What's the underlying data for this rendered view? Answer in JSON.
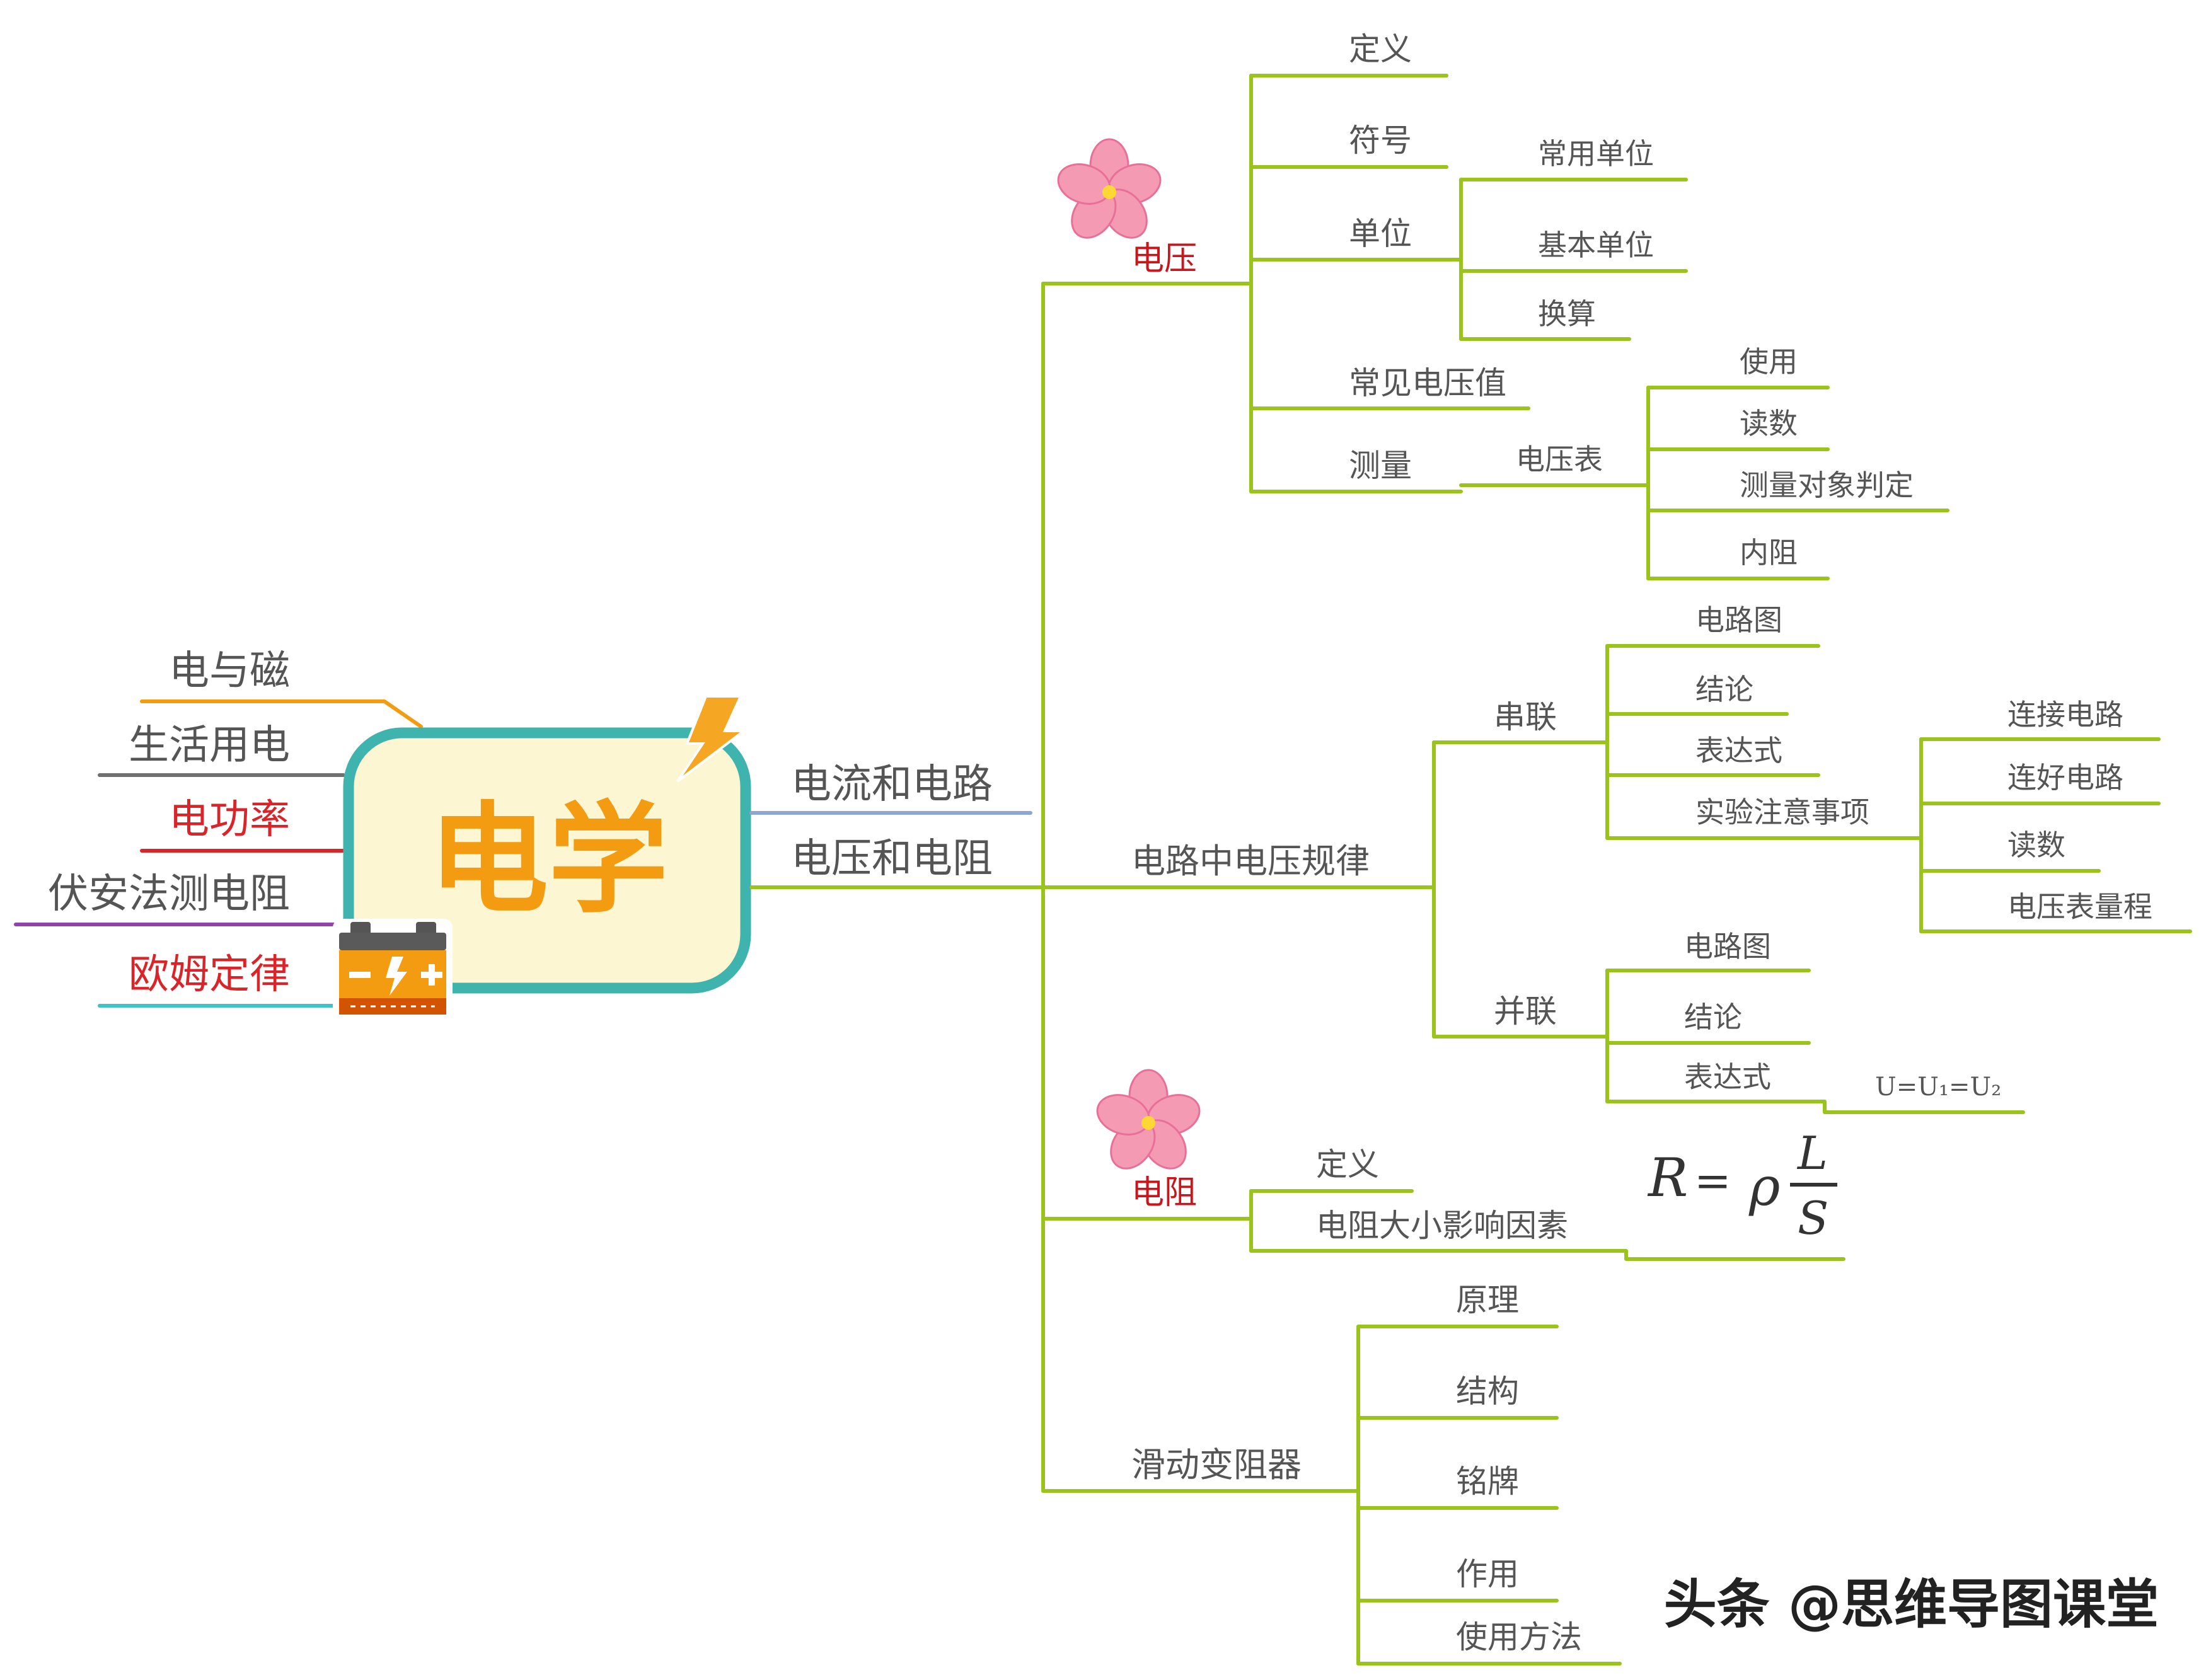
{
  "center": {
    "title": "电学"
  },
  "left_branches": [
    "电与磁",
    "生活用电",
    "电功率",
    "伏安法测电阻",
    "欧姆定律"
  ],
  "main_branches": {
    "circuit": "电流和电路",
    "vr": "电压和电阻"
  },
  "voltage": {
    "label": "电压",
    "children": {
      "definition": "定义",
      "symbol": "符号",
      "unit": "单位",
      "common_values": "常见电压值",
      "measure": "测量"
    },
    "unit_children": [
      "常用单位",
      "基本单位",
      "换算"
    ],
    "meter": "电压表",
    "meter_children": [
      "使用",
      "读数",
      "测量对象判定",
      "内阻"
    ]
  },
  "circuit_law": {
    "label": "电路中电压规律",
    "series": "串联",
    "series_children": [
      "电路图",
      "结论",
      "表达式",
      "实验注意事项"
    ],
    "experiment_children": [
      "连接电路",
      "连好电路",
      "读数",
      "电压表量程"
    ],
    "parallel": "并联",
    "parallel_children": [
      "电路图",
      "结论",
      "表达式"
    ],
    "parallel_formula": "U=U₁=U₂"
  },
  "resistance": {
    "label": "电阻",
    "children": [
      "定义",
      "电阻大小影响因素"
    ],
    "formula": {
      "lhs": "R",
      "equals": "=",
      "rho": "ρ",
      "num": "L",
      "den": "S"
    }
  },
  "rheostat": {
    "label": "滑动变阻器",
    "children": [
      "原理",
      "结构",
      "铭牌",
      "作用",
      "使用方法"
    ]
  },
  "watermark": "头条 @思维导图课堂",
  "colors": {
    "branch_green": "#9ac31c",
    "central_border": "#3fb3ad",
    "central_fill": "#fdf6d3",
    "central_text": "#f39c12",
    "accent_red": "#c8161d",
    "left_colors": [
      "#f39c12",
      "#707070",
      "#d9252a",
      "#8e44ad",
      "#3ec4c4"
    ],
    "main_circuit_line": "#8fa5d3"
  },
  "icons": [
    "lightning-icon",
    "battery-icon",
    "sakura-flower-icon"
  ]
}
